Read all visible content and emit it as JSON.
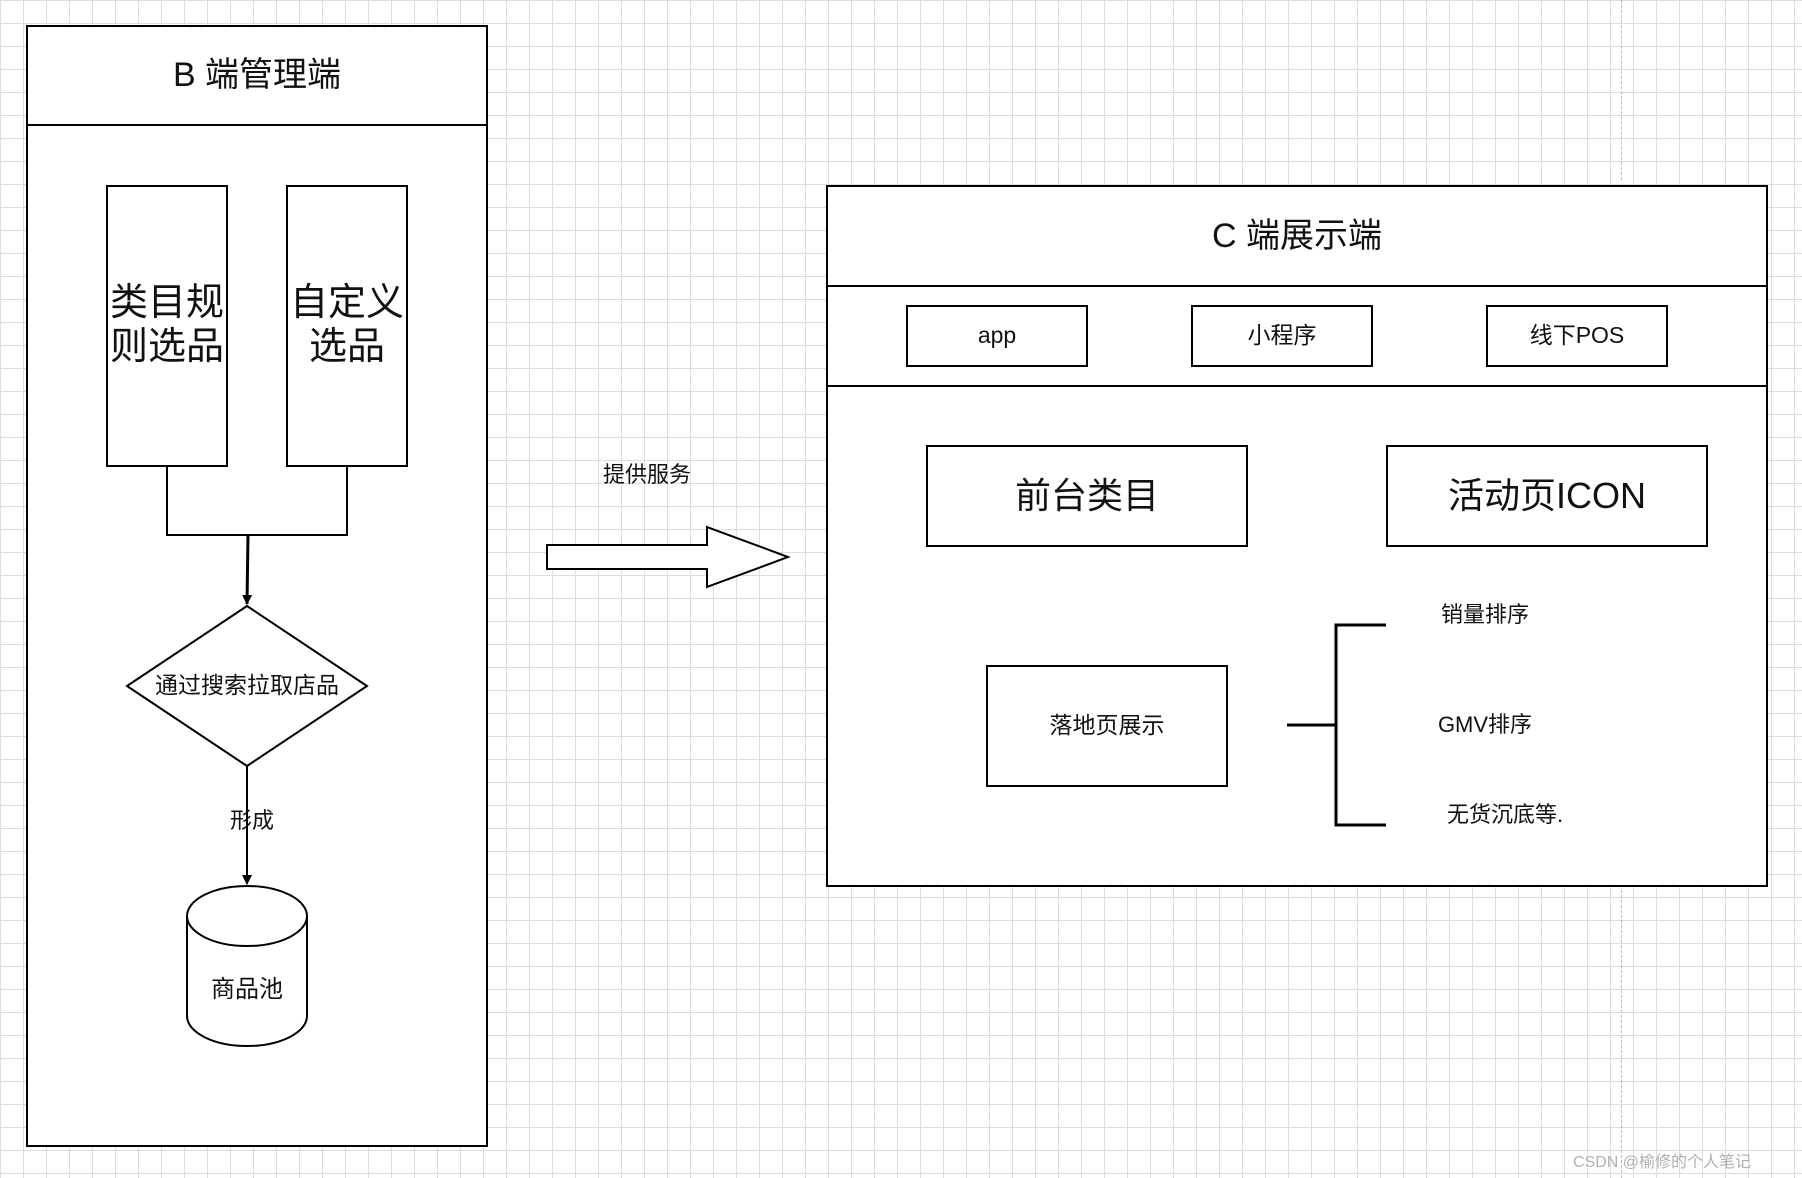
{
  "b_panel": {
    "title": "B 端管理端",
    "rule_select": "类目规则选品",
    "custom_select": "自定义选品",
    "decision": "通过搜索拉取店品",
    "edge_label": "形成",
    "store": "商品池"
  },
  "connector": {
    "label": "提供服务"
  },
  "c_panel": {
    "title": "C 端展示端",
    "channels": [
      "app",
      "小程序",
      "线下POS"
    ],
    "front_category": "前台类目",
    "activity_icon": "活动页ICON",
    "landing": "落地页展示",
    "sort_options": [
      "销量排序",
      "GMV排序",
      "无货沉底等."
    ]
  },
  "watermark": "CSDN @榆修的个人笔记"
}
